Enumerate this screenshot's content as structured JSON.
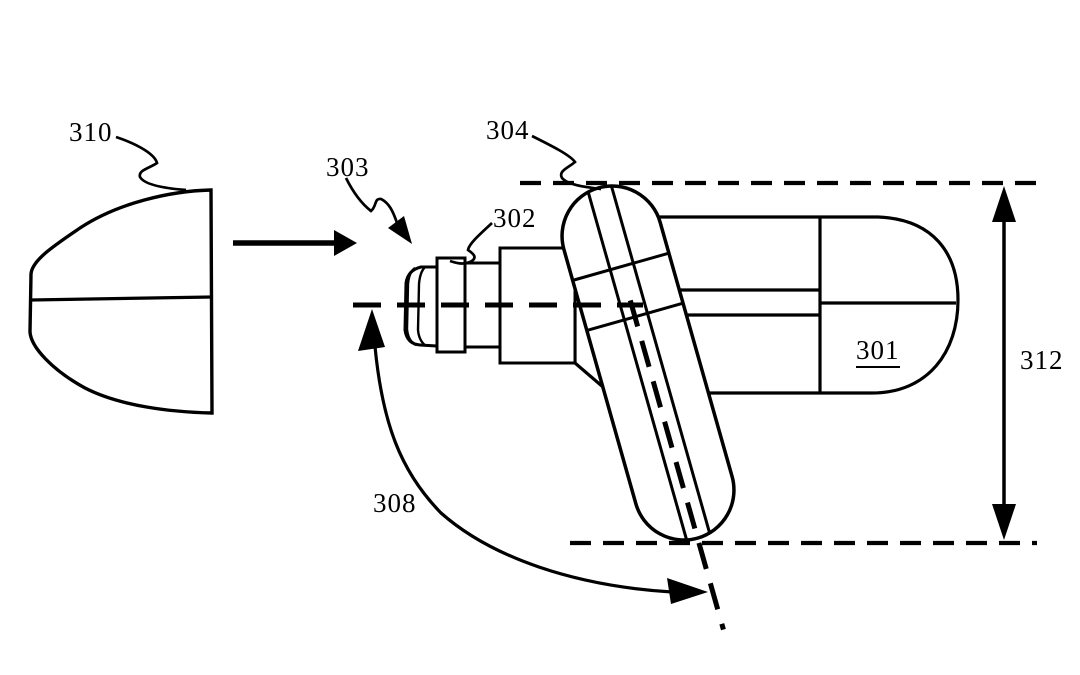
{
  "figure": {
    "background": "#ffffff",
    "line_color": "#000000",
    "labels": {
      "ref_310": "310",
      "ref_303": "303",
      "ref_302": "302",
      "ref_304": "304",
      "ref_301": "301",
      "ref_312": "312",
      "ref_308": "308"
    },
    "ref_301_underlined": true
  }
}
